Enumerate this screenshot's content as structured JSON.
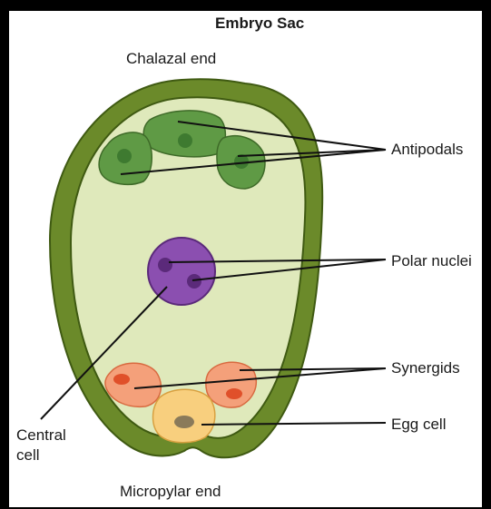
{
  "title": "Embryo Sac",
  "labels": {
    "chalazal": "Chalazal end",
    "micropylar": "Micropylar end",
    "antipodals": "Antipodals",
    "polar_nuclei": "Polar nuclei",
    "synergids": "Synergids",
    "egg_cell": "Egg cell",
    "central_cell_line1": "Central",
    "central_cell_line2": "cell"
  },
  "colors": {
    "outer_integument": "#6b8a2a",
    "inner_wall": "#3f5a12",
    "sac_fill": "#dfe9bb",
    "antipodal": "#5f9a45",
    "antipodal_nucleus": "#3e7a30",
    "polar_cell": "#8b4fb0",
    "polar_nucleus": "#5b2a7a",
    "synergid": "#f4a07a",
    "synergid_nucleus": "#e0502a",
    "egg": "#f8cf7e",
    "egg_nucleus": "#8a7a5a"
  }
}
